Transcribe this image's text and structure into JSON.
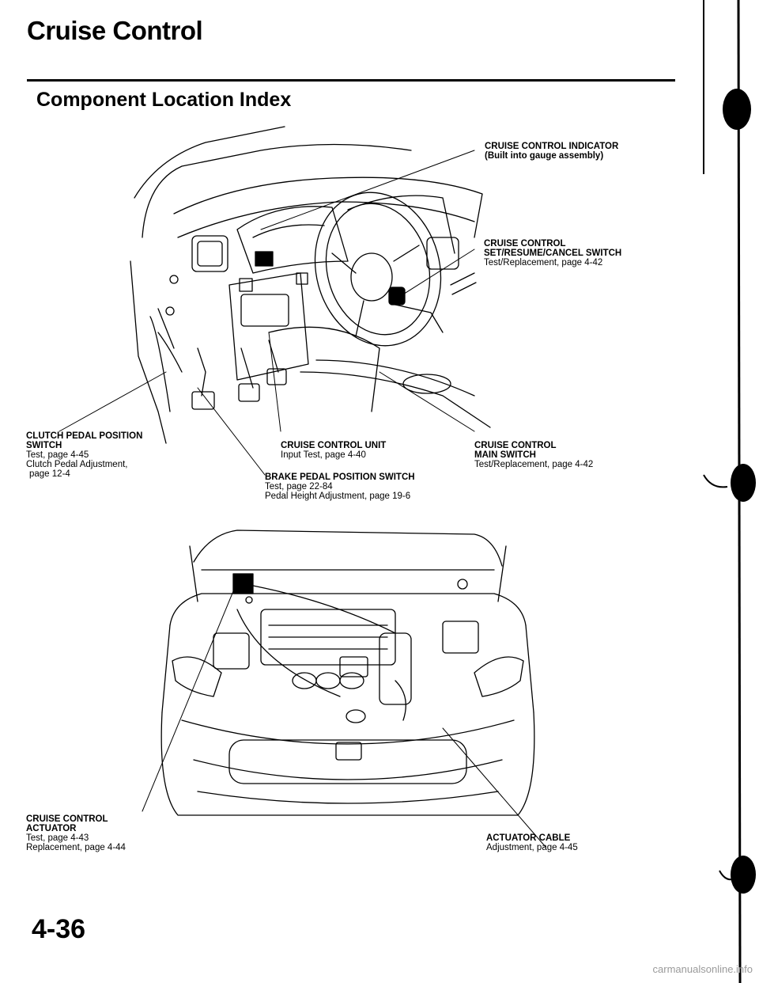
{
  "header": {
    "title": "Cruise Control",
    "subtitle": "Component Location Index"
  },
  "callouts": [
    {
      "id": "indicator",
      "lines_bold": [
        "CRUISE CONTROL INDICATOR",
        "(Built into gauge assembly)"
      ],
      "lines": []
    },
    {
      "id": "set-resume",
      "lines_bold": [
        "CRUISE CONTROL",
        "SET/RESUME/CANCEL SWITCH"
      ],
      "lines": [
        "Test/Replacement, page 4-42"
      ]
    },
    {
      "id": "clutch",
      "lines_bold": [
        "CLUTCH PEDAL POSITION",
        "SWITCH"
      ],
      "lines": [
        "Test, page 4-45",
        "Clutch Pedal Adjustment,",
        "page 12-4"
      ]
    },
    {
      "id": "unit",
      "lines_bold": [
        "CRUISE CONTROL UNIT"
      ],
      "lines": [
        "Input Test, page 4-40"
      ]
    },
    {
      "id": "main-switch",
      "lines_bold": [
        "CRUISE CONTROL",
        "MAIN SWITCH"
      ],
      "lines": [
        "Test/Replacement, page 4-42"
      ]
    },
    {
      "id": "brake",
      "lines_bold": [
        "BRAKE PEDAL POSITION SWITCH"
      ],
      "lines": [
        "Test, page 22-84",
        "Pedal Height Adjustment, page 19-6"
      ]
    },
    {
      "id": "actuator",
      "lines_bold": [
        "CRUISE CONTROL",
        "ACTUATOR"
      ],
      "lines": [
        "Test, page 4-43",
        "Replacement, page 4-44"
      ]
    },
    {
      "id": "cable",
      "lines_bold": [
        "ACTUATOR CABLE"
      ],
      "lines": [
        "Adjustment, page 4-45"
      ]
    }
  ],
  "footer": {
    "page_number": "4-36",
    "watermark": "carmanualsonline.info"
  }
}
